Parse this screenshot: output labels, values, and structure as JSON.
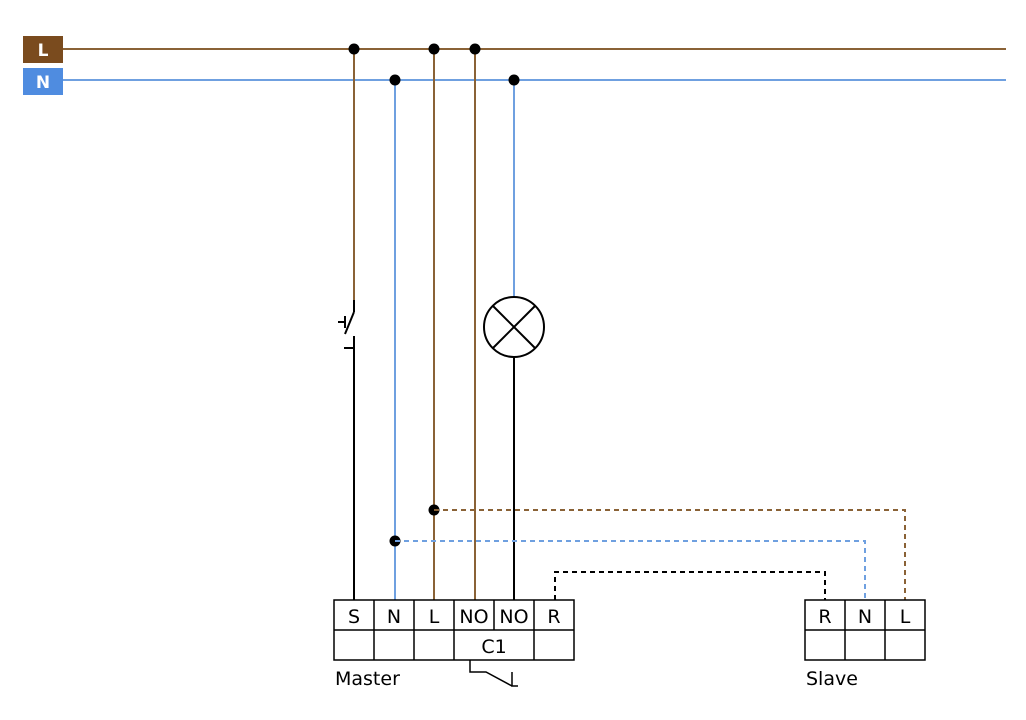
{
  "bus": {
    "l_label": "L",
    "n_label": "N",
    "l_color": "#7a4b1e",
    "n_color": "#4f8ce0",
    "l_wire_color": "#8a6236",
    "n_wire_color": "#6fa0e0"
  },
  "master": {
    "terminals": [
      "S",
      "N",
      "L",
      "NO",
      "NO",
      "R"
    ],
    "contact_label": "C1",
    "caption": "Master"
  },
  "slave": {
    "terminals": [
      "R",
      "N",
      "L"
    ],
    "caption": "Slave"
  },
  "colors": {
    "wire_black": "#000000",
    "dashed_brown": "#8a6236",
    "dashed_blue": "#6fa0e0",
    "dashed_black": "#000000"
  },
  "icons": [
    "push-button-switch-icon",
    "lamp-icon",
    "relay-contact-icon"
  ]
}
